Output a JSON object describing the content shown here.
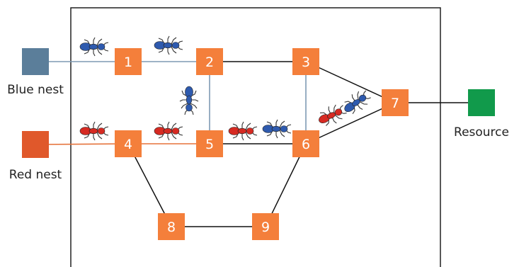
{
  "colors": {
    "node_fill": "#F47F3B",
    "blue_nest": "#5B7E9A",
    "red_nest": "#E0582B",
    "resource": "#119A4B",
    "blue_ant": "#2E5AAE",
    "red_ant": "#D62A22",
    "black_edge": "#111111",
    "blue_edge": "#7F9AB4",
    "red_edge": "#E5723A"
  },
  "labels": {
    "blue_nest": "Blue nest",
    "red_nest": "Red nest",
    "resource": "Resource"
  },
  "nodes": [
    {
      "id": "1",
      "label": "1"
    },
    {
      "id": "2",
      "label": "2"
    },
    {
      "id": "3",
      "label": "3"
    },
    {
      "id": "4",
      "label": "4"
    },
    {
      "id": "5",
      "label": "5"
    },
    {
      "id": "6",
      "label": "6"
    },
    {
      "id": "7",
      "label": "7"
    },
    {
      "id": "8",
      "label": "8"
    },
    {
      "id": "9",
      "label": "9"
    }
  ],
  "edges": [
    {
      "from": "blue_nest",
      "to": "1",
      "color": "blue_edge"
    },
    {
      "from": "1",
      "to": "2",
      "color": "blue_edge"
    },
    {
      "from": "2",
      "to": "5",
      "color": "blue_edge"
    },
    {
      "from": "3",
      "to": "6",
      "color": "blue_edge"
    },
    {
      "from": "2",
      "to": "3",
      "color": "black_edge"
    },
    {
      "from": "3",
      "to": "7",
      "color": "black_edge"
    },
    {
      "from": "6",
      "to": "7",
      "color": "black_edge"
    },
    {
      "from": "7",
      "to": "resource",
      "color": "black_edge"
    },
    {
      "from": "red_nest",
      "to": "4",
      "color": "red_edge"
    },
    {
      "from": "4",
      "to": "5",
      "color": "red_edge"
    },
    {
      "from": "5",
      "to": "6",
      "color": "black_edge"
    },
    {
      "from": "4",
      "to": "8",
      "color": "black_edge"
    },
    {
      "from": "8",
      "to": "9",
      "color": "black_edge"
    },
    {
      "from": "9",
      "to": "6",
      "color": "black_edge"
    }
  ],
  "ants": [
    {
      "colony": "blue",
      "name": "blue-ant-1"
    },
    {
      "colony": "blue",
      "name": "blue-ant-2"
    },
    {
      "colony": "blue",
      "name": "blue-ant-3"
    },
    {
      "colony": "blue",
      "name": "blue-ant-4"
    },
    {
      "colony": "blue",
      "name": "blue-ant-5"
    },
    {
      "colony": "red",
      "name": "red-ant-1"
    },
    {
      "colony": "red",
      "name": "red-ant-2"
    },
    {
      "colony": "red",
      "name": "red-ant-3"
    },
    {
      "colony": "red",
      "name": "red-ant-4"
    }
  ]
}
